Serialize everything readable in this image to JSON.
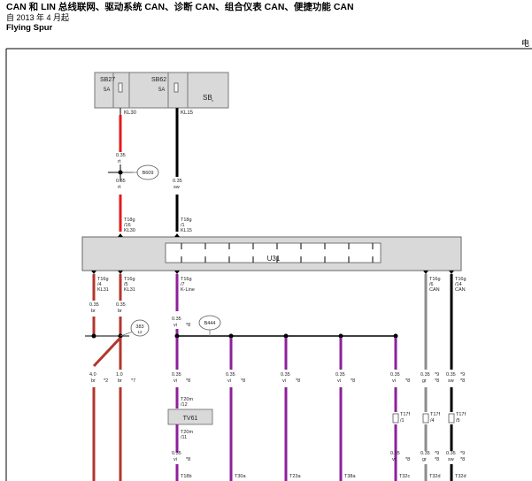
{
  "header": {
    "title": "CAN 和 LIN 总线联网、驱动系统 CAN、诊断 CAN、组合仪表 CAN、便捷功能 CAN",
    "date": "自 2013 年 4 月起",
    "model": "Flying Spur",
    "corner_char": "电"
  },
  "fuse_box": {
    "fuse1": "SB27",
    "fuse1_amp": "5A",
    "fuse2": "SB62",
    "fuse2_amp": "5A",
    "label": "SB",
    "dot": "*"
  },
  "wires": {
    "kl30_top": "KL30",
    "kl15_top": "KL15",
    "rt_size": "0.35",
    "rt_color": "rt",
    "rt_size2": "0.35",
    "rt_color2": "rt",
    "sw_size": "0.35",
    "sw_color": "sw",
    "conn_red": [
      "T18g",
      "/16",
      "KL30"
    ],
    "conn_black": [
      "T18g",
      "/1",
      "KL15"
    ],
    "bottom_conn": [
      [
        "T16g",
        "/4",
        "KL31"
      ],
      [
        "T16g",
        "/5",
        "KL31"
      ],
      [
        "T16g",
        "/7",
        "K-Line"
      ],
      [
        "T16g",
        "/6",
        "CAN"
      ],
      [
        "T16g",
        "/14",
        "CAN"
      ]
    ],
    "br1": [
      "0.35",
      "br"
    ],
    "br2": [
      "0.35",
      "br"
    ],
    "vi1": [
      "0.35",
      "vi",
      "*8"
    ],
    "br_lower1": [
      "4.0",
      "br",
      "*2"
    ],
    "br_lower2": [
      "1.0",
      "br",
      "*7"
    ],
    "vi_lower": [
      [
        "0.35",
        "vi",
        "*8"
      ],
      [
        "0.35",
        "vi",
        "*8"
      ],
      [
        "0.35",
        "vi",
        "*8"
      ],
      [
        "0.35",
        "vi",
        "*8"
      ],
      [
        "0.35",
        "vi",
        "*8"
      ]
    ],
    "gr_lower": [
      "0.35",
      "gr",
      "*9",
      "*8"
    ],
    "sw_lower": [
      "0.35",
      "sw",
      "*9",
      "*8"
    ],
    "t20m_top": [
      "T20m",
      "/12"
    ],
    "t20m_bot": [
      "T20m",
      "/11"
    ],
    "vi_after_tv": [
      "0.35",
      "vi",
      "*8"
    ],
    "t17f": [
      [
        "T17f",
        "/1"
      ],
      [
        "T17f",
        "/4"
      ],
      [
        "T17f",
        "/5"
      ]
    ],
    "gr_after": [
      "0.35",
      "gr",
      "*9",
      "*8"
    ],
    "sw_after": [
      "0.35",
      "sw",
      "*9",
      "*8"
    ],
    "bottom_labels": [
      "T18b",
      "T30a",
      "T23a",
      "T38a",
      "T32c",
      "T32d",
      "T32d"
    ]
  },
  "components": {
    "b609": "B609",
    "b444": "B444",
    "c383": "383",
    "c383_sub": "12",
    "u31": "U31",
    "tv61": "TV61"
  },
  "colors": {
    "red": "#e31b1b",
    "black": "#000000",
    "brown": "#b3362b",
    "violet": "#8e1f9b",
    "grey": "#8c8c8c",
    "box_fill": "#d9d9d9"
  }
}
